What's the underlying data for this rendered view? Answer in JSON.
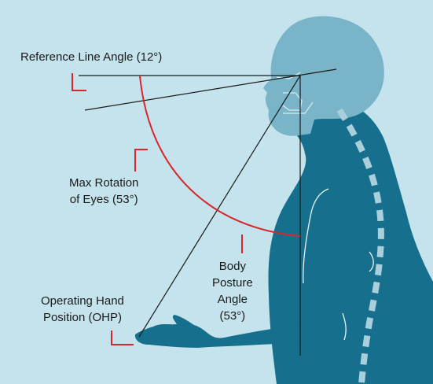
{
  "labels": {
    "reference_line": "Reference Line Angle (12°)",
    "max_rotation_line1": "Max Rotation",
    "max_rotation_line2": "of Eyes (53°)",
    "body_posture_line1": "Body",
    "body_posture_line2": "Posture",
    "body_posture_line3": "Angle",
    "body_posture_line4": "(53°)",
    "ohp_line1": "Operating Hand",
    "ohp_line2": "Position (OHP)"
  },
  "colors": {
    "background": "#c5e3ec",
    "body": "#156f8d",
    "head": "#7ab4c9",
    "spine": "#a9cfdc",
    "accent_red": "#d7262c",
    "line": "#1a1a1a"
  }
}
